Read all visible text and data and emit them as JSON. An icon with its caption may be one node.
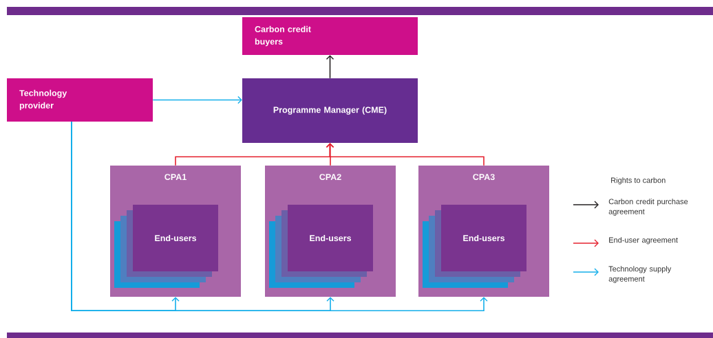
{
  "diagram": {
    "nodes": [
      {
        "text": [
          "Carbon credit buyers"
        ]
      },
      {
        "text": [
          "Technology provider"
        ]
      },
      {
        "text": [
          "Programme Manager (CME)"
        ]
      },
      {
        "text": [
          "CPA1"
        ]
      },
      {
        "text": [
          "End-users"
        ],
        "in": 3
      },
      {
        "text": [
          "CPA2"
        ]
      },
      {
        "text": [
          "End-users"
        ],
        "in": 5
      },
      {
        "text": [
          "CPA3"
        ]
      },
      {
        "text": [
          "End-users"
        ],
        "in": 7
      }
    ],
    "edges": [
      {
        "from": 2,
        "to": 0,
        "arrow": "to",
        "color": "#231f20"
      },
      {
        "from": 1,
        "to": 2,
        "arrow": "to"
      },
      {
        "from": 3,
        "to": 2,
        "arrow": "to",
        "color": "#e5202e"
      },
      {
        "from": 5,
        "to": 2,
        "arrow": "to",
        "color": "#e5202e"
      },
      {
        "from": 7,
        "to": 2,
        "arrow": "to",
        "color": "#e5202e"
      },
      {
        "from": 1,
        "to": 3,
        "arrow": "to"
      },
      {
        "from": 1,
        "to": 5,
        "arrow": "to"
      },
      {
        "from": 1,
        "to": 7,
        "arrow": "to"
      }
    ],
    "labels": [
      "Rights to carbon"
    ],
    "legend": [
      {
        "text": "Carbon credit purchase agreement"
      },
      {
        "text": "End-user agreement"
      },
      {
        "text": "Technology supply agreement"
      }
    ]
  }
}
